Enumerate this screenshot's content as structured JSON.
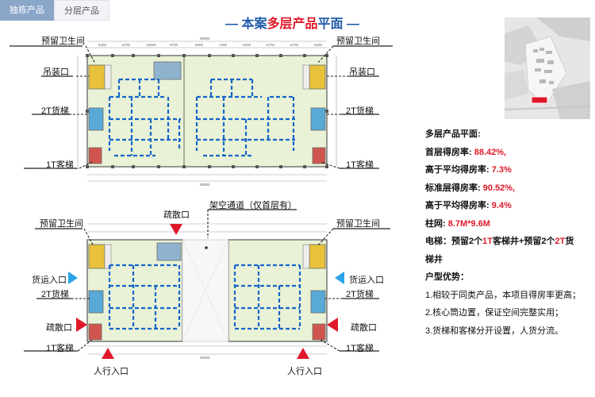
{
  "tabs": [
    {
      "label": "独栋产品",
      "active": true
    },
    {
      "label": "分层产品",
      "active": false
    }
  ],
  "title": {
    "dash": "—",
    "prefix": "本案",
    "highlight": "多层产品",
    "suffix": "平面"
  },
  "labels": {
    "reserved_restroom": "预留卫生间",
    "hoist_opening": "吊装口",
    "freight_elevator_2t": "2T货梯",
    "passenger_elevator_1t": "1T客梯",
    "evacuation_exit": "疏散口",
    "overhead_passage": "架空通道（仅首层有）",
    "freight_entrance": "货运入口",
    "pedestrian_entrance": "人行入口"
  },
  "dims": {
    "overall": "60800",
    "d1": "8400",
    "d2": "8700",
    "d3": "12000",
    "d4": "8700",
    "d5": "9000",
    "d6": "7200",
    "d7": "6200",
    "d8": "8700",
    "d9": "8700",
    "d10": "8400"
  },
  "info": {
    "heading": "多层产品平面:",
    "ground_rate_label": "首层得房率:",
    "ground_rate_value": "88.42%,",
    "above_avg1_label": "高于平均得房率:",
    "above_avg1_value": "7.3%",
    "std_rate_label": "标准层得房率:",
    "std_rate_value": "90.52%,",
    "above_avg2_label": "高于平均得房率:",
    "above_avg2_value": "9.4%",
    "grid_label": "柱网:",
    "grid_value": "8.7M*9.6M",
    "elev_a": "电梯：预留2个",
    "elev_b": "1T",
    "elev_c": "客梯井+预留2个",
    "elev_d": "2T",
    "elev_e": "货",
    "elev_f": "梯井",
    "advantages_heading": "户型优势：",
    "adv1": "1.相较于同类产品，本项目得房率更高；",
    "adv2": "2.核心筒边置，保证空间完整实用；",
    "adv3": "3.货梯和客梯分开设置，人货分流。"
  },
  "colors": {
    "title_blue": "#1e5aa8",
    "accent_red": "#e0192a",
    "floor_fill": "#e9f2d6",
    "dash_blue": "#1565c8",
    "arrow_blue": "#29a3e6",
    "wall": "#6b6b6b"
  }
}
